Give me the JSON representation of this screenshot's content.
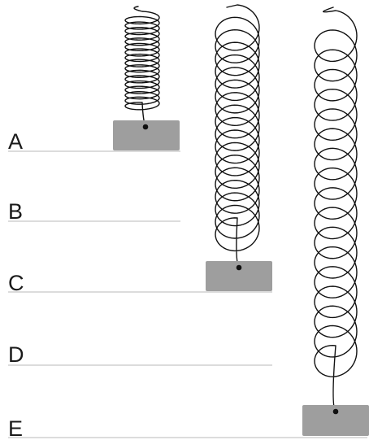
{
  "levels": [
    {
      "label": "A"
    },
    {
      "label": "B"
    },
    {
      "label": "C"
    },
    {
      "label": "D"
    },
    {
      "label": "E"
    }
  ],
  "springs": [
    {
      "id": "spring-1",
      "turns": 17,
      "mass_at_level": "A"
    },
    {
      "id": "spring-2",
      "turns": 17,
      "mass_at_level": "C"
    },
    {
      "id": "spring-3",
      "turns": 17,
      "mass_at_level": "E"
    }
  ],
  "colors": {
    "mass": "#9e9e9e",
    "coil": "#111111",
    "level_line": "#c8c8c8",
    "label": "#1a1a1a"
  }
}
